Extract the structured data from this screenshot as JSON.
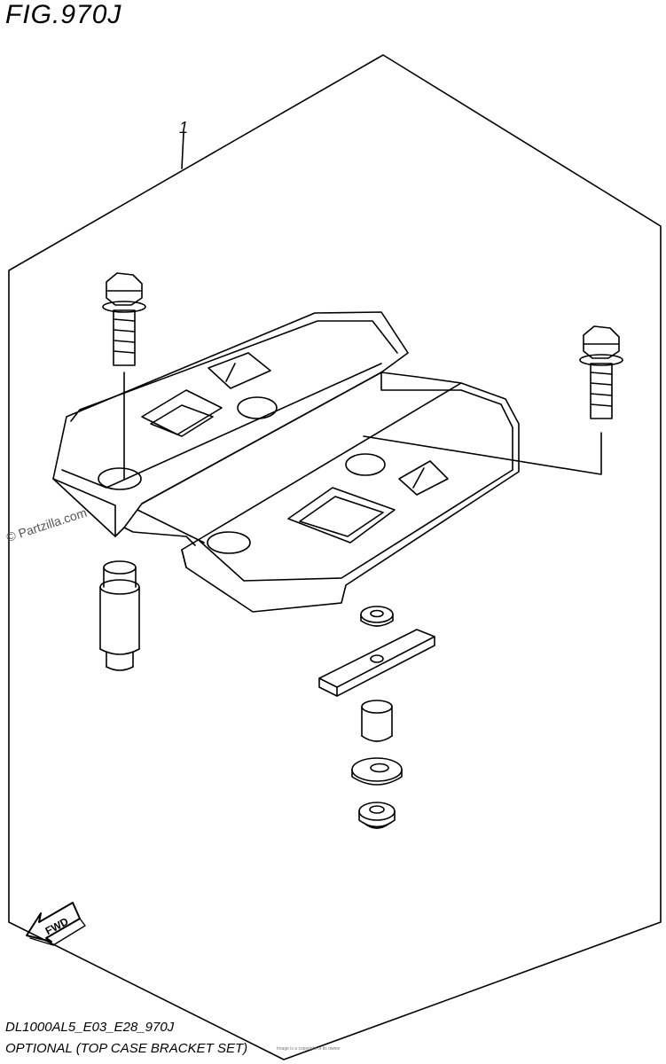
{
  "figure": {
    "title": "FIG.970J",
    "model_code": "DL1000AL5_E03_E28_970J",
    "caption": "OPTIONAL (TOP CASE BRACKET SET)",
    "watermark": "© Partzilla.com",
    "footer_note": "Image is a copyright of its owner"
  },
  "callouts": [
    {
      "id": "1",
      "label": "1"
    }
  ],
  "fwd_label": "FWD",
  "colors": {
    "line": "#000000",
    "background": "#ffffff"
  }
}
